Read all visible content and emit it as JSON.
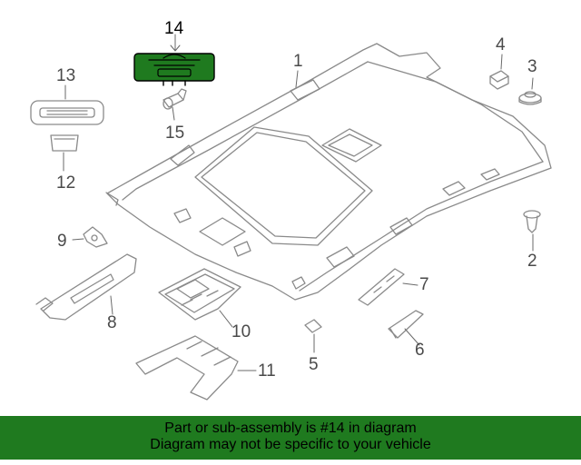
{
  "callouts": {
    "c1": "1",
    "c2": "2",
    "c3": "3",
    "c4": "4",
    "c5": "5",
    "c6": "6",
    "c7": "7",
    "c8": "8",
    "c9": "9",
    "c10": "10",
    "c11": "11",
    "c12": "12",
    "c13": "13",
    "c14": "14",
    "c15": "15"
  },
  "highlight_part": "14",
  "colors": {
    "highlight_fill": "#1f7a1f",
    "banner_bg": "#1f7a1f",
    "line": "#8a8a8a"
  },
  "banner": {
    "line1": "Part or sub-assembly is #14 in diagram",
    "line2": "Diagram may not be specific to your vehicle"
  }
}
